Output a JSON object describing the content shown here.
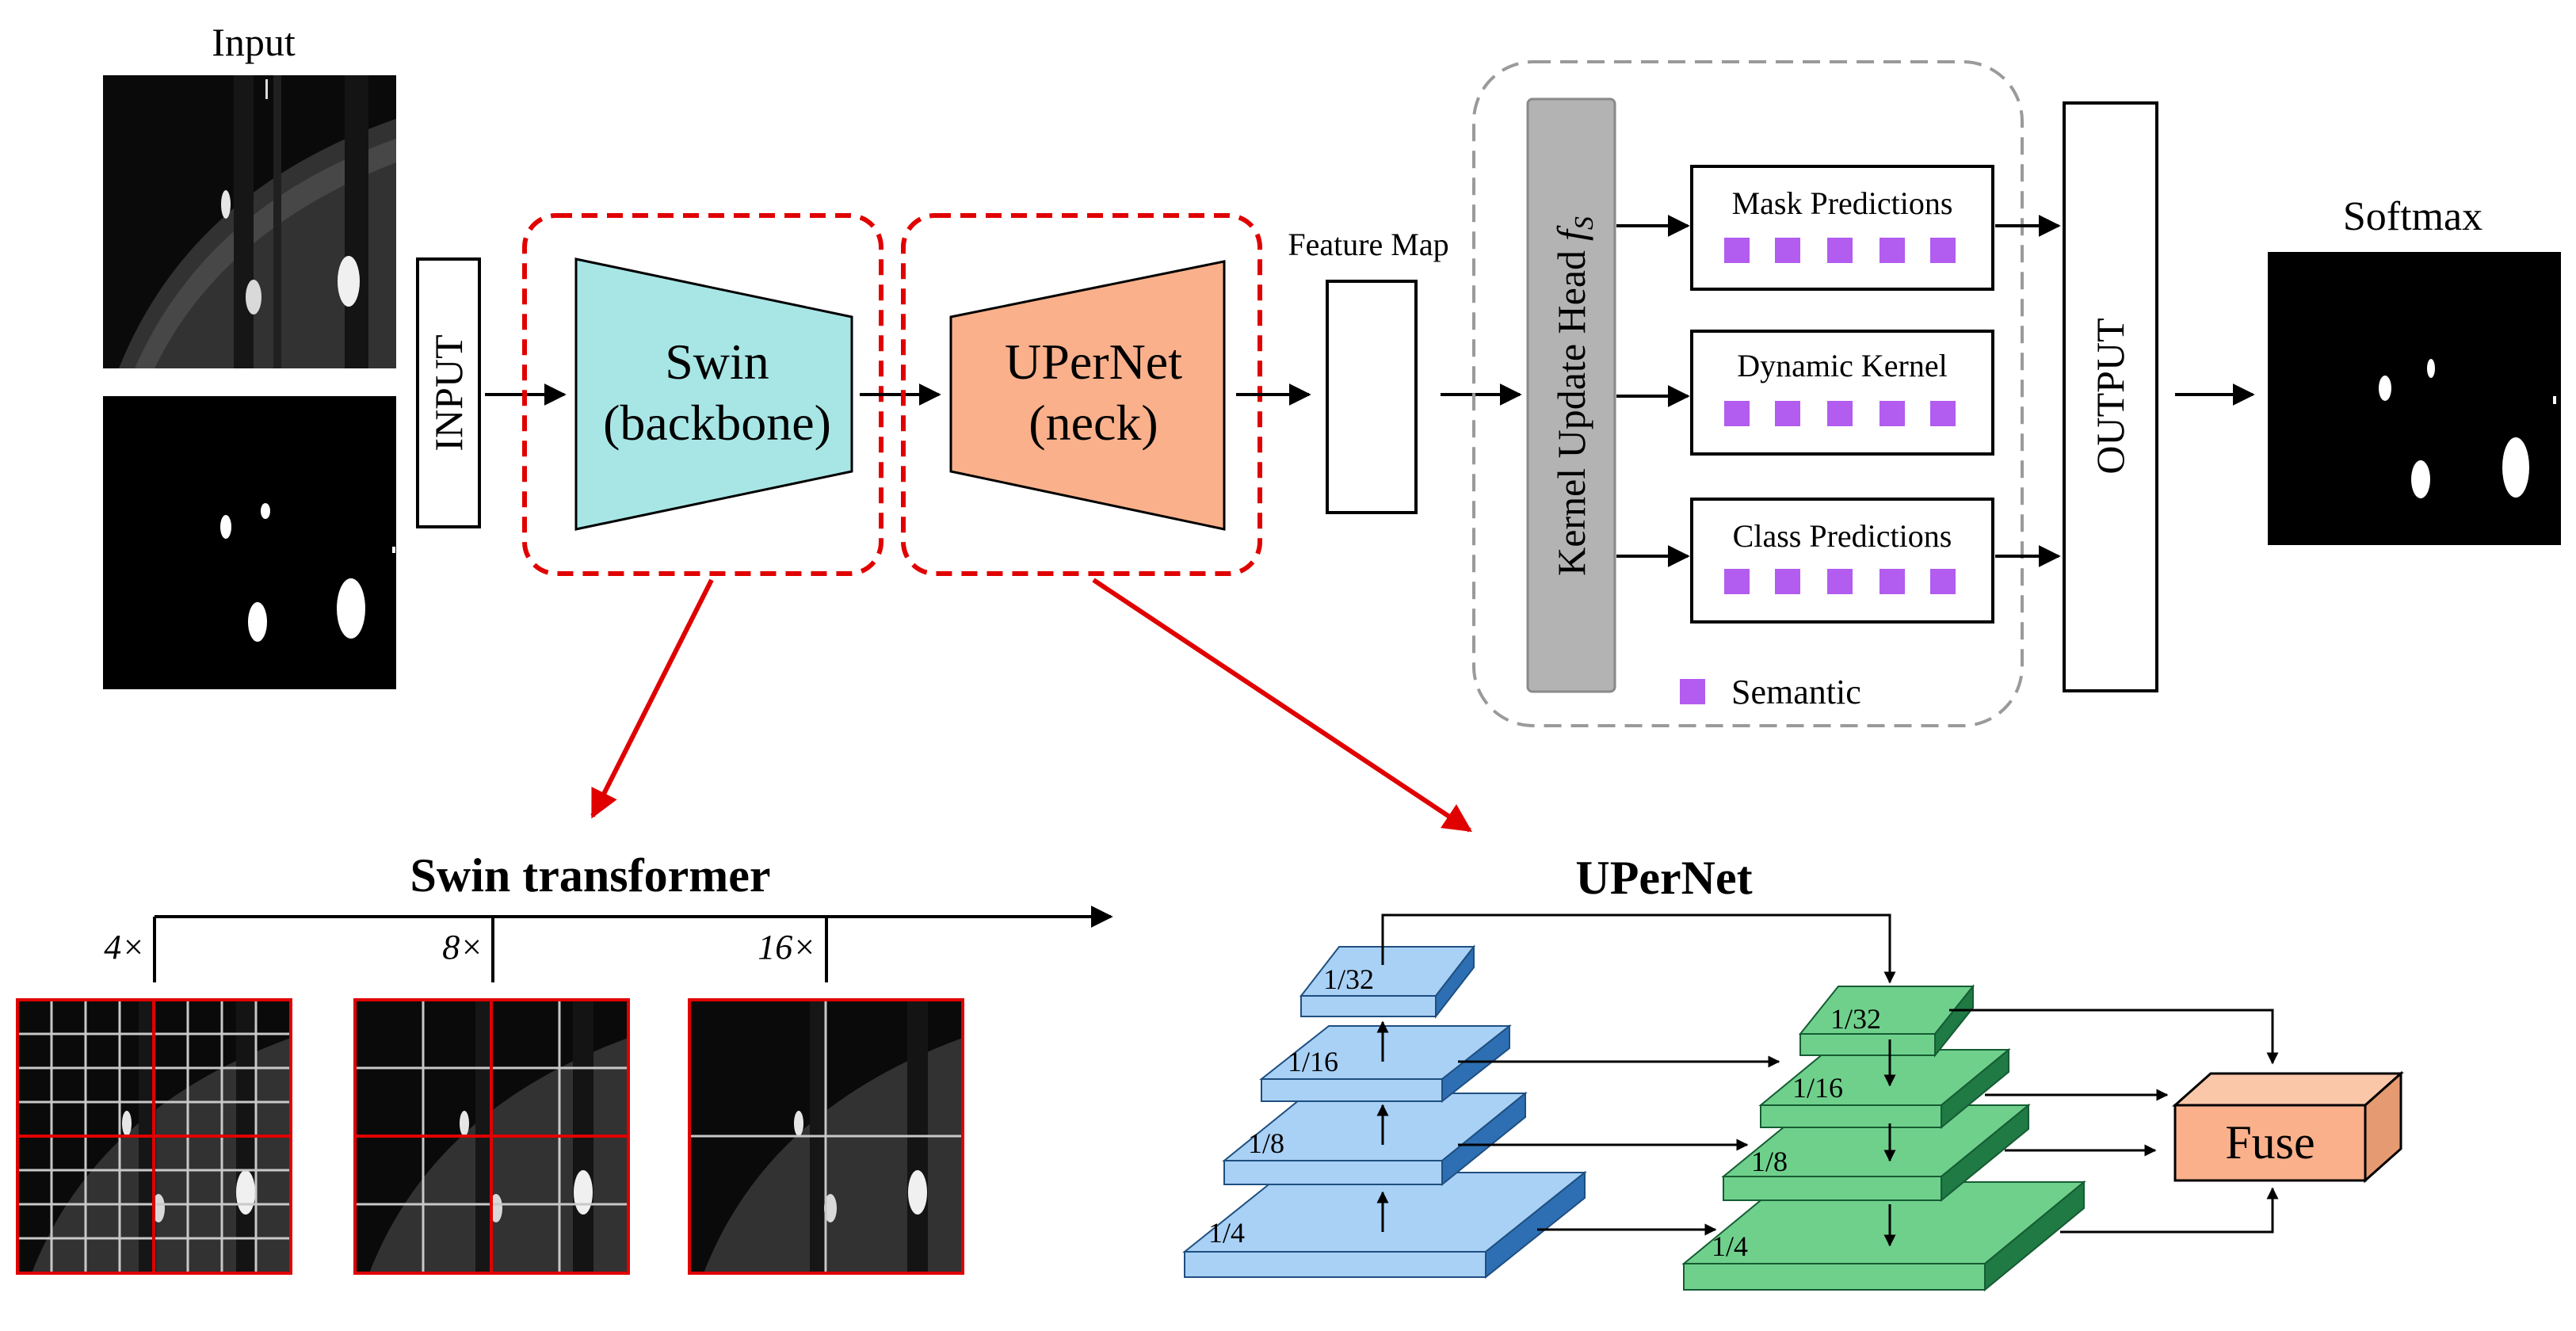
{
  "input": {
    "title": "Input",
    "box_label": "INPUT"
  },
  "encoder": {
    "swin_line1": "Swin",
    "swin_line2": "(backbone)",
    "upernet_line1": "UPerNet",
    "upernet_line2": "(neck)",
    "feature_map_label": "Feature Map"
  },
  "head": {
    "kernel_update_label": "Kernel Update Head",
    "kernel_update_symbol": "f",
    "kernel_update_subscript": "S",
    "predictions": [
      {
        "label": "Mask Predictions"
      },
      {
        "label": "Dynamic Kernel"
      },
      {
        "label": "Class Predictions"
      }
    ],
    "legend_label": "Semantic"
  },
  "output": {
    "box_label": "OUTPUT",
    "softmax_label": "Softmax"
  },
  "swin_transformer": {
    "title": "Swin transformer",
    "scales": [
      "4×",
      "8×",
      "16×"
    ]
  },
  "upernet": {
    "title": "UPerNet",
    "left_levels": [
      "1/32",
      "1/16",
      "1/8",
      "1/4"
    ],
    "right_levels": [
      "1/32",
      "1/16",
      "1/8",
      "1/4"
    ],
    "fuse_label": "Fuse"
  },
  "colors": {
    "swin": "#a8e6e6",
    "upernet": "#f9b08b",
    "dashed_red": "#e00000",
    "arrow_red": "#e00000",
    "kernel_head": "#b3b3b3",
    "semantic": "#b25cf0",
    "blue_top": "#a9d0f5",
    "blue_side": "#2e6fb3",
    "green_top": "#6fd08c",
    "green_side": "#1f7a44",
    "fuse": "#f9b08b"
  }
}
